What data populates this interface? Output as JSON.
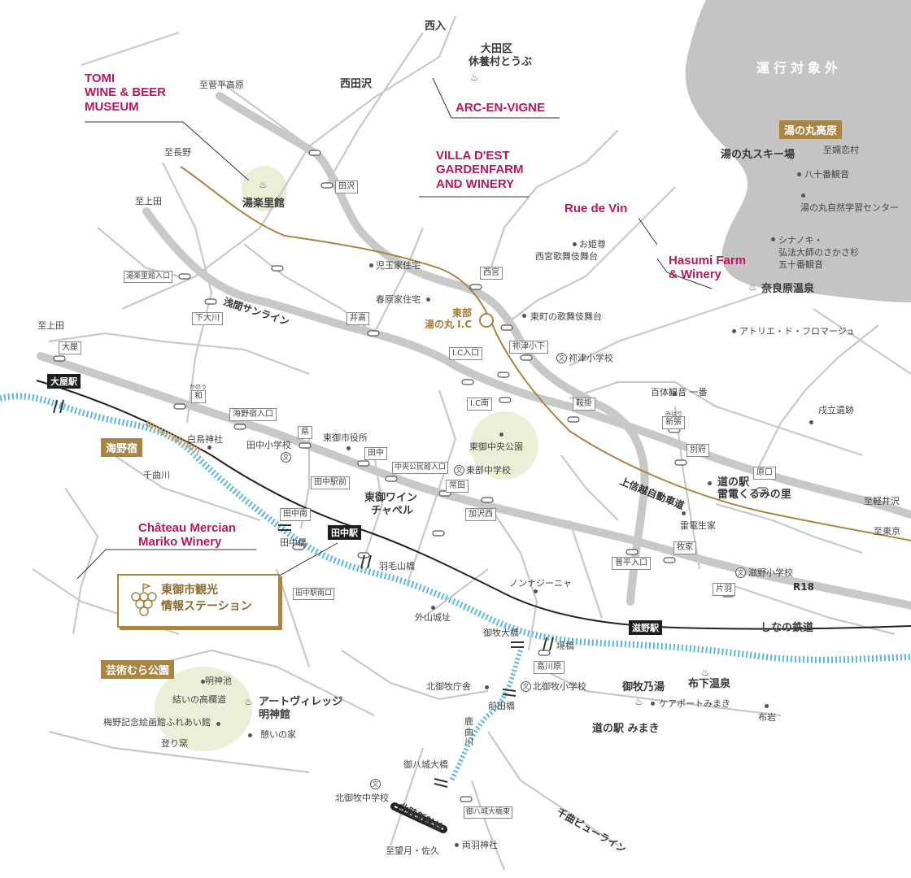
{
  "regions": {
    "outside": "運行対象外",
    "yunomaru": "湯の丸高原",
    "unnojuku": "海野宿",
    "geijutsu": "芸術むら公園"
  },
  "wineries": {
    "tomi": "TOMI\nWINE & BEER\nMUSEUM",
    "arc": "ARC-EN-VIGNE",
    "villa": "VILLA D'EST\nGARDENFARM\nAND WINERY",
    "rue": "Rue de Vin",
    "hasumi": "Hasumi Farm\n& Winery",
    "mercian": "Château Mercian\nMariko Winery"
  },
  "info_station": {
    "line1": "東御市観光",
    "line2": "情報ステーション"
  },
  "ic": {
    "label1": "東部",
    "label2": "湯の丸 I.C"
  },
  "stations": {
    "oya": "大屋駅",
    "tanaka": "田中駅",
    "shigeno": "滋野駅"
  },
  "stops": {
    "tazawa": "田沢",
    "yurakuri": "湯楽里館入口",
    "shimookawa": "下大川",
    "igaki": "井高",
    "nishimiya": "西宮",
    "ic_iriguchi": "I.C入口",
    "nezukoshita": "祢津小下",
    "ic_minami": "I.C南",
    "kurakake": "鞍掛",
    "oya": "大屋",
    "kanou": "和",
    "unnojuku_iri": "海野宿入口",
    "ken": "県",
    "tanaka": "田中",
    "chuo_kominkan": "中央公民館入口",
    "tanaka_eki_mae": "田中駅前",
    "tokoda": "常田",
    "kazawa_nishi": "加沢西",
    "tanaka_minami": "田中南",
    "tanaka_eki_minami": "田中駅南口",
    "shinbari": "新張",
    "befu": "別府",
    "haraguchi": "原口",
    "makiie": "牧家",
    "futatsubaira": "普平入口",
    "kataba": "片羽",
    "shimakawara": "島川原",
    "mimaki_ohashi_higashi": "御八城大橋東"
  },
  "furigana": {
    "kanou": "かのう",
    "shinbari": "みはり"
  },
  "places": {
    "nishiiri": "西入",
    "ota1": "大田区",
    "ota2": "休養村とうぶ",
    "nishitazawa": "西田沢",
    "to_hiradaira": "至菅平高原",
    "to_nagano": "至長野",
    "to_ueda1": "至上田",
    "to_ueda2": "至上田",
    "yurakurikan": "湯楽里館",
    "kodama": "児玉家住宅",
    "kasuhara": "春原家住宅",
    "ohime": "お姫尊",
    "nishimiya_kabuki": "西宮歌舞伎舞台",
    "higashimachi_kabuki": "東町の歌舞伎舞台",
    "nezu_school": "祢津小学校",
    "atelier": "アトリエ・ド・フロマージュ",
    "yunomaru_ski": "湯の丸スキー場",
    "mikoi": "至嬬恋村",
    "hachiju": "八十番観音",
    "shizen": "湯の丸自然学習センター",
    "shinanoki1": "シナノキ・",
    "shinanoki2": "弘法大師のさかさ杉",
    "gojuban": "五十番観音",
    "naraharaonsen": "奈良原温泉",
    "hakutai": "百体観音 一番",
    "jutatsu": "戌立遺跡",
    "michinoeki1": "道の駅",
    "michinoeki2": "雷電くるみの里",
    "karuizawa": "至軽井沢",
    "tokyo": "至東京",
    "raiden": "雷電生家",
    "shigeno_school": "滋野小学校",
    "r18": "R18",
    "shinano_rail": "しなの鉄道",
    "shiratori": "白鳥神社",
    "chikumagawa": "千曲川",
    "tanaka_school": "田中小学校",
    "shiyakusho": "東御市役所",
    "chuo_koen": "東御中央公園",
    "tobu_school": "東部中学校",
    "tomi_chapel1": "東御ワイン",
    "tomi_chapel2": "チャペル",
    "tanaka_bashi": "田中橋",
    "hake_bashi": "羽毛山橋",
    "nonnajinya": "ノンナジーニャ",
    "sotoyama": "外山城址",
    "mimaki_ohashi": "御牧大橋",
    "sakaibashi": "境橋",
    "kitamimaki_chosha": "北御牧庁舎",
    "kitamimaki_school": "北御牧小学校",
    "maedabashi": "前田橋",
    "mimakinoyu": "御牧乃湯",
    "nunoshita": "布下温泉",
    "carepo": "ケアポートみまき",
    "nunoiwa": "布岩",
    "michinoeki_mimaki": "道の駅 みまき",
    "kashigawa": "鹿曲川",
    "myojin_ike": "明神池",
    "takabatake": "結いの高欄道",
    "umeno": "梅野記念絵画館ふれあい館",
    "noborigama": "登り窯",
    "artvillage1": "アートヴィレッジ",
    "artvillage2": "明神館",
    "ikoi": "憩いの家",
    "mimaki_ohashi2": "御八城大橋",
    "kitamimaki_jhs": "北御牧中学校",
    "shinkansen": "北陸新幹線",
    "mochizuki": "至望月・佐久",
    "ryoha": "両羽神社",
    "chikuma_view": "千曲ビューライン",
    "asama_sunline": "浅間サンライン",
    "joshinetsu": "上信越自動車道"
  },
  "colors": {
    "winery": "#b5195f",
    "gold": "#a88545",
    "road": "#c8c8c8",
    "river": "#58b8dc",
    "outside": "#c4c4c4"
  },
  "icons": {
    "onsen": "♨",
    "school": "文"
  }
}
